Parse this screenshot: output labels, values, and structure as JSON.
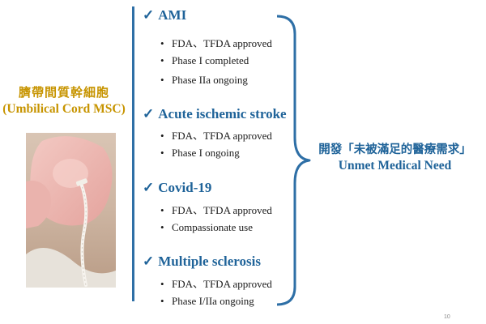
{
  "left": {
    "title_zh": "臍帶間質幹細胞",
    "title_en": "(Umbilical Cord MSC)"
  },
  "check_symbol": "✓",
  "bullet_symbol": "•",
  "items": [
    {
      "name": "AMI",
      "points": [
        "FDA、TFDA approved",
        "Phase I completed",
        "Phase IIa ongoing"
      ]
    },
    {
      "name": "Acute ischemic stroke",
      "points": [
        "FDA、TFDA approved",
        "Phase I ongoing"
      ]
    },
    {
      "name": "Covid-19",
      "points": [
        "FDA、TFDA approved",
        "Compassionate use"
      ]
    },
    {
      "name": "Multiple sclerosis",
      "points": [
        "FDA、TFDA approved",
        "Phase I/IIa ongoing"
      ]
    }
  ],
  "right": {
    "title_zh": "開發「未被滿足的醫療需求」",
    "title_en": "Unmet Medical Need"
  },
  "page_number": "10",
  "colors": {
    "gold": "#c79400",
    "blue": "#1f6399",
    "line": "#2e6fa6"
  }
}
